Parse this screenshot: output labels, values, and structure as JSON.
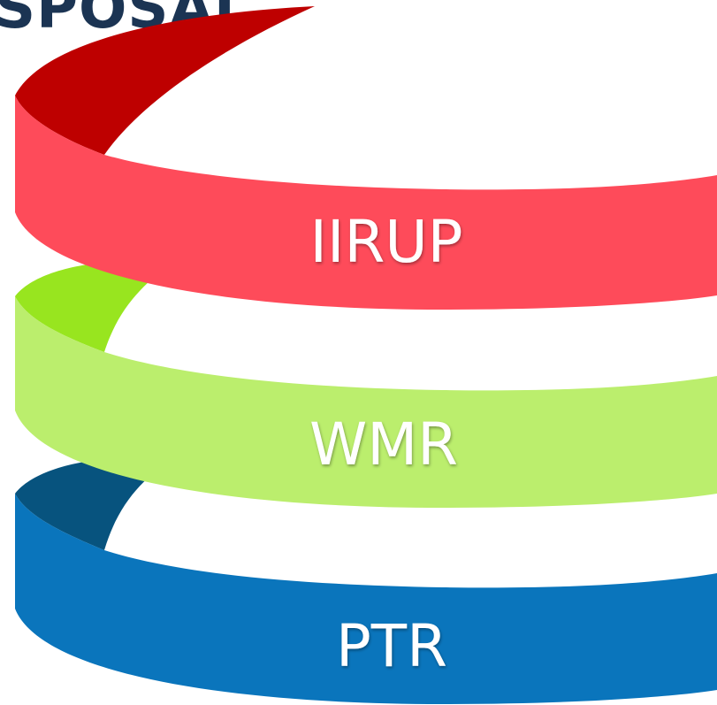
{
  "title": {
    "text": "SPOSAL",
    "color": "#1b3453"
  },
  "bands": [
    {
      "label": "IIRUP",
      "front_color": "#fe4b5a",
      "back_color": "#be0000"
    },
    {
      "label": "WMR",
      "front_color": "#bbee6d",
      "back_color": "#98e51f"
    },
    {
      "label": "PTR",
      "front_color": "#0a75bc",
      "back_color": "#07537e"
    }
  ]
}
